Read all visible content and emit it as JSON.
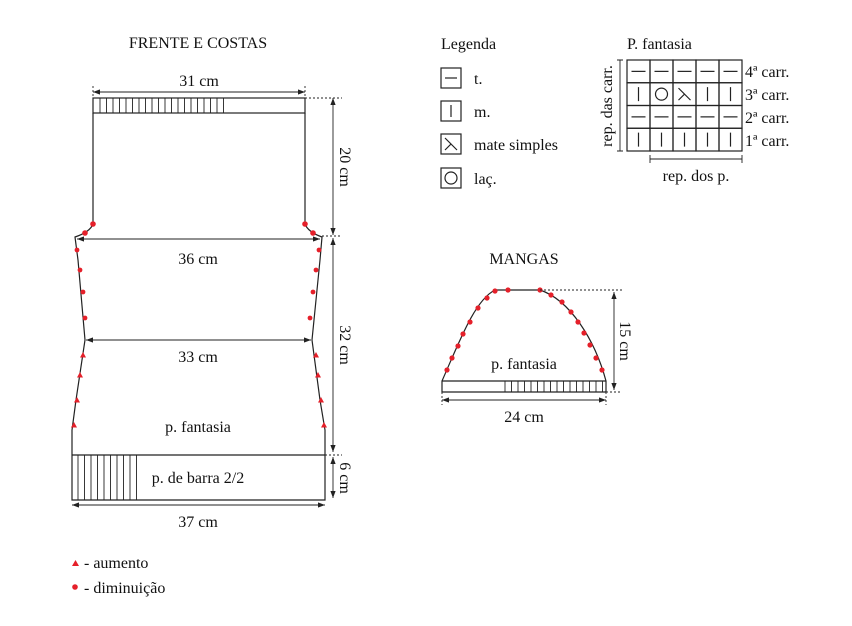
{
  "front_back": {
    "title": "FRENTE E COSTAS",
    "dims": {
      "top_width": "31 cm",
      "armhole_height": "20 cm",
      "chest_width": "36 cm",
      "waist_width": "33 cm",
      "body_height": "32 cm",
      "rib_height": "6 cm",
      "bottom_width": "37 cm"
    },
    "pattern_label": "p. fantasia",
    "rib_label": "p. de barra 2/2"
  },
  "sleeves": {
    "title": "MANGAS",
    "height": "15 cm",
    "width": "24 cm",
    "pattern_label": "p. fantasia"
  },
  "legend": {
    "title": "Legenda",
    "items": [
      {
        "icon": "dash-symbol",
        "label": "t."
      },
      {
        "icon": "bar-symbol",
        "label": "m."
      },
      {
        "icon": "decrease-symbol",
        "label": "mate simples"
      },
      {
        "icon": "circle-symbol",
        "label": "laç."
      }
    ]
  },
  "chart": {
    "title": "P. fantasia",
    "rows": [
      {
        "label": "4ª carr.",
        "cells": [
          "t",
          "t",
          "t",
          "t",
          "t"
        ]
      },
      {
        "label": "3ª carr.",
        "cells": [
          "m",
          "o",
          "x",
          "m",
          "m"
        ]
      },
      {
        "label": "2ª carr.",
        "cells": [
          "t",
          "t",
          "t",
          "t",
          "t"
        ]
      },
      {
        "label": "1ª carr.",
        "cells": [
          "m",
          "m",
          "m",
          "m",
          "m"
        ]
      }
    ],
    "row_repeat_label": "rep. das carr.",
    "stitch_repeat_label": "rep. dos p."
  },
  "key": {
    "increase": "▲ - aumento",
    "decrease": "• - diminuição",
    "increase_text": "- aumento",
    "decrease_text": "- diminuição"
  },
  "colors": {
    "marker": "#e5202a"
  }
}
